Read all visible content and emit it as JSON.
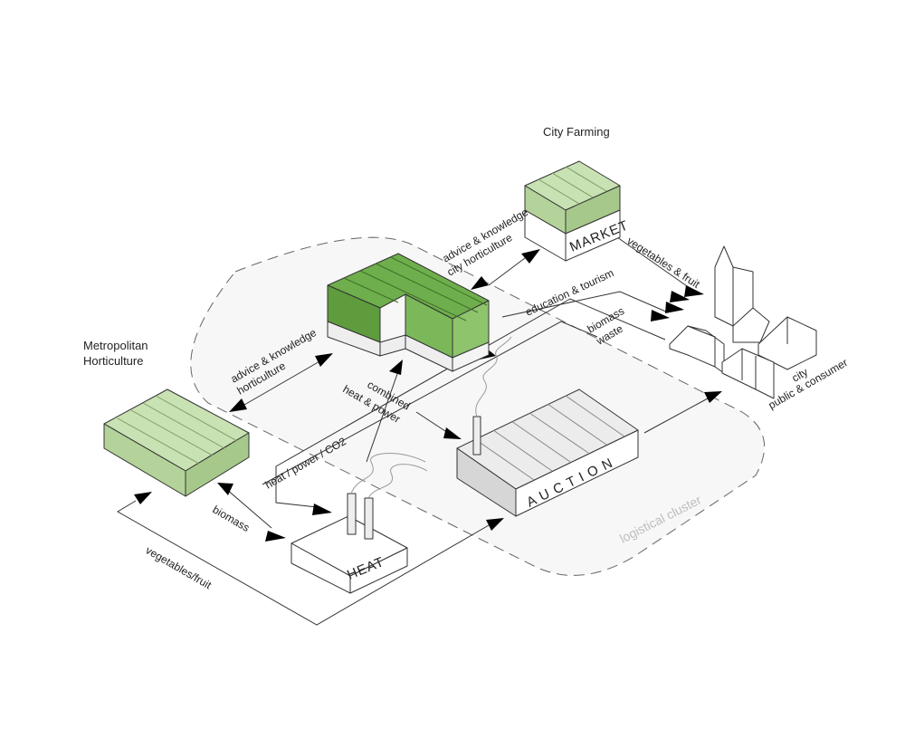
{
  "nodes": {
    "city_farming": {
      "title": "City Farming",
      "sign": "MARKET"
    },
    "metropolitan": {
      "title_line1": "Metropolitan",
      "title_line2": "Horticulture"
    },
    "auction": {
      "sign": "A  U  C  T  I  O  N"
    },
    "heat": {
      "sign": "HEAT"
    },
    "city": {
      "line1": "city",
      "line2": "public & consumer"
    }
  },
  "flows": {
    "advice_city_line1": "advice & knowledge",
    "advice_city_line2": "city horticulture",
    "advice_metro_line1": "advice & knowledge",
    "advice_metro_line2": "horticulture",
    "veg_fruit_city": "vegetables & fruit",
    "education_tourism": "education & tourism",
    "biomass_waste_line1": "biomass",
    "biomass_waste_line2": "waste",
    "combined_line1": "combined",
    "combined_line2": "heat & power",
    "heat_power_co2": "heat / power / CO2",
    "biomass": "biomass",
    "veg_fruit_metro": "vegetables/fruit"
  },
  "cluster_label": "logistical cluster",
  "colors": {
    "green_light": "#c9e2b3",
    "green_light_side": "#b3d39a",
    "green_dark": "#6fae4c",
    "green_dark_side": "#5e9c3e",
    "grey_cluster": "#f7f7f7",
    "grey_building": "#ececec",
    "grey_building_side": "#d6d6d6"
  }
}
